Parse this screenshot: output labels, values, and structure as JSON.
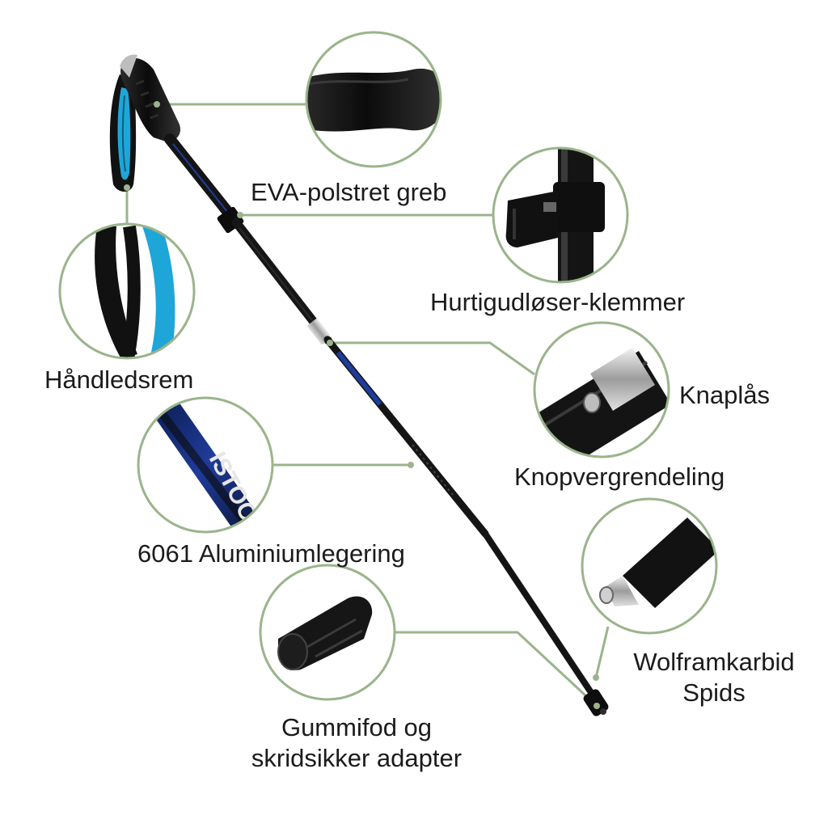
{
  "colors": {
    "callout_ring": "#9bb48c",
    "leader_line": "#9bb48c",
    "shaft": "#1a1a1a",
    "accent_blue": "#1fa6d8",
    "grip": "#111111",
    "metal": "#b9b9b9"
  },
  "labels": {
    "grip": "EVA-polstret greb",
    "clamps": "Hurtigudløser-klemmer",
    "knaplas": "Knaplås",
    "knopvergrendeling": "Knopvergrendeling",
    "wrist_strap": "Håndledsrem",
    "aluminium": "6061 Aluminiumlegering",
    "tip_line1": "Wolframkarbid",
    "tip_line2": "Spids",
    "foot_line1": "Gummifod og",
    "foot_line2": "skridsikker adapter"
  },
  "pole_print": {
    "brand_fragment": "ISTOC"
  },
  "icons": [
    "eva-grip-icon",
    "flip-lock-clamp-icon",
    "push-button-lock-icon",
    "wrist-strap-icon",
    "aluminium-shaft-icon",
    "tungsten-tip-icon",
    "rubber-foot-icon"
  ]
}
